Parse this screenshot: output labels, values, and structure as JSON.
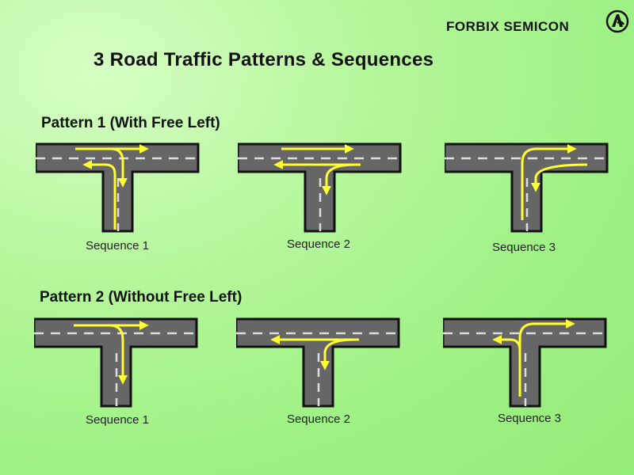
{
  "brand": {
    "name": "FORBIX SEMICON",
    "logo_icon": "forbix-logo-icon"
  },
  "title": "3 Road Traffic Patterns & Sequences",
  "patterns": [
    {
      "label": "Pattern 1 (With Free Left)",
      "sequences": [
        {
          "label": "Sequence 1"
        },
        {
          "label": "Sequence 2"
        },
        {
          "label": "Sequence 3"
        }
      ]
    },
    {
      "label": "Pattern 2 (Without Free Left)",
      "sequences": [
        {
          "label": "Sequence 1"
        },
        {
          "label": "Sequence 2"
        },
        {
          "label": "Sequence 3"
        }
      ]
    }
  ],
  "colors": {
    "road": "#666666",
    "edge": "#111111",
    "arrow": "#ffff33",
    "lane": "#dddddd"
  }
}
